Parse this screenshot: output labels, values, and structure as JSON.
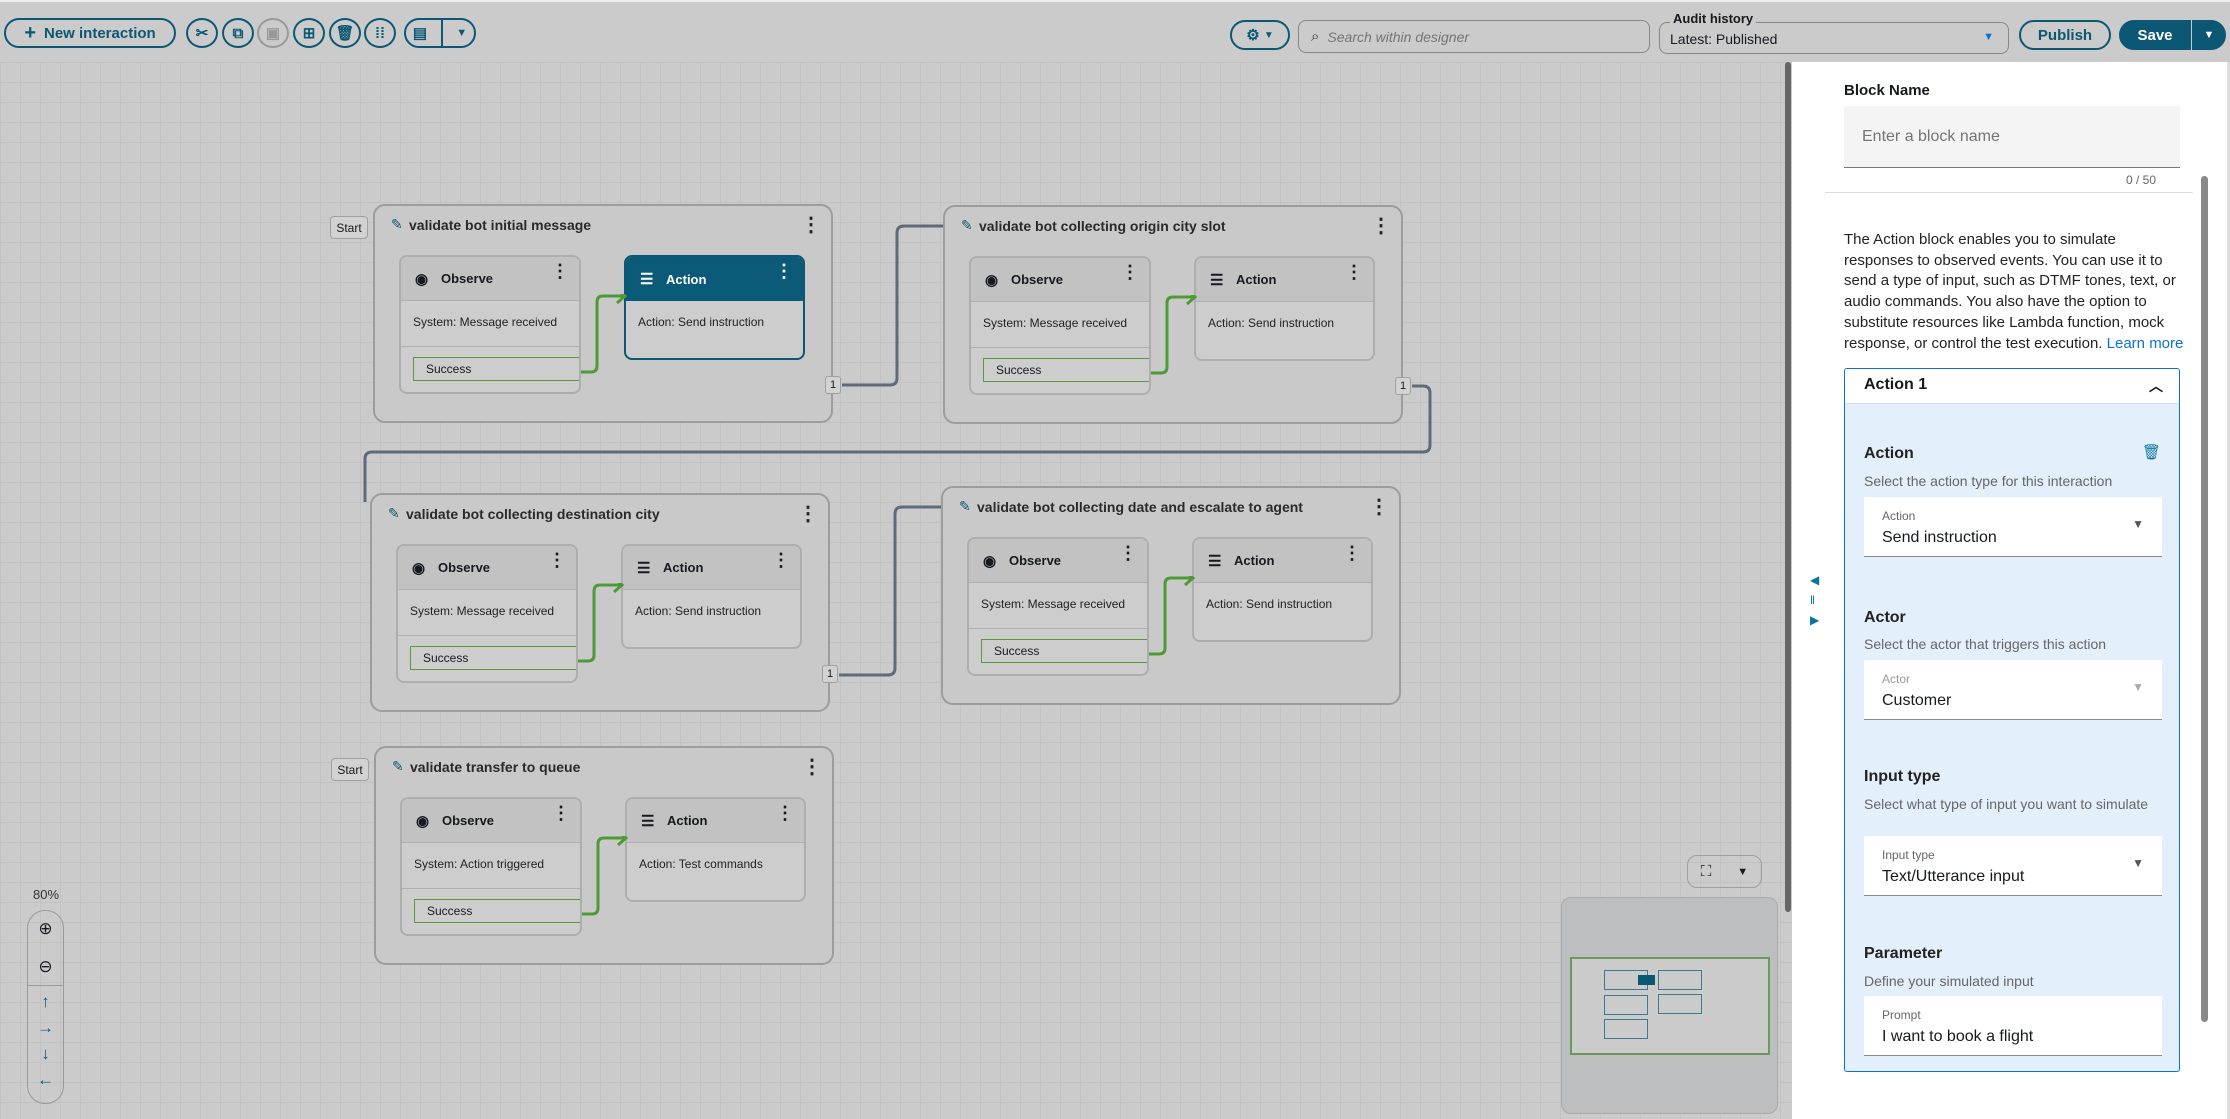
{
  "toolbar": {
    "new_interaction": "New interaction",
    "search_placeholder": "Search within designer",
    "audit_label": "Audit history",
    "audit_value": "Latest: Published",
    "publish": "Publish",
    "save": "Save",
    "icons": [
      "scissors-icon",
      "copy-icon",
      "paste-icon",
      "group-icon",
      "trash-icon",
      "drag-handle-icon"
    ]
  },
  "canvas": {
    "zoom": "80%",
    "start": "Start",
    "connector_count": "1",
    "blocks": [
      {
        "title": "validate bot initial message",
        "start": true,
        "observe": "Observe",
        "observe_body": "System: Message received",
        "success": "Success",
        "action": "Action",
        "action_body": "Action: Send instruction",
        "selected": true,
        "out": true
      },
      {
        "title": "validate bot collecting origin city slot",
        "start": false,
        "observe": "Observe",
        "observe_body": "System: Message received",
        "success": "Success",
        "action": "Action",
        "action_body": "Action: Send instruction",
        "selected": false,
        "out": true
      },
      {
        "title": "validate bot collecting destination city",
        "start": false,
        "observe": "Observe",
        "observe_body": "System: Message received",
        "success": "Success",
        "action": "Action",
        "action_body": "Action: Send instruction",
        "selected": false,
        "out": true
      },
      {
        "title": "validate bot collecting date and escalate to agent",
        "start": false,
        "observe": "Observe",
        "observe_body": "System: Message received",
        "success": "Success",
        "action": "Action",
        "action_body": "Action: Send instruction",
        "selected": false,
        "out": false
      },
      {
        "title": "validate transfer to queue",
        "start": true,
        "observe": "Observe",
        "observe_body": "System: Action triggered",
        "success": "Success",
        "action": "Action",
        "action_body": "Action: Test commands",
        "selected": false,
        "out": false
      }
    ]
  },
  "panel": {
    "block_name_label": "Block Name",
    "block_name_placeholder": "Enter a block name",
    "char_count": "0 / 50",
    "description": "The Action block enables you to simulate responses to observed events. You can use it to send a type of input, such as DTMF tones, text, or audio commands. You also have the option to substitute resources like Lambda function, mock response, or control the test execution.",
    "learn_more": "Learn more",
    "section_title": "Action 1",
    "action": {
      "heading": "Action",
      "desc": "Select the action type for this interaction",
      "label": "Action",
      "value": "Send instruction"
    },
    "actor": {
      "heading": "Actor",
      "desc": "Select the actor that triggers this action",
      "label": "Actor",
      "value": "Customer"
    },
    "input_type": {
      "heading": "Input type",
      "desc": "Select what type of input you want to simulate",
      "label": "Input type",
      "value": "Text/Utterance input"
    },
    "parameter": {
      "heading": "Parameter",
      "desc": "Define your simulated input",
      "label": "Prompt",
      "value": "I want to book a flight"
    }
  },
  "colors": {
    "accent": "#0b5774",
    "success": "#5a9a3c",
    "link": "#0972d3",
    "panel_section_bg": "#e3f0fb"
  }
}
